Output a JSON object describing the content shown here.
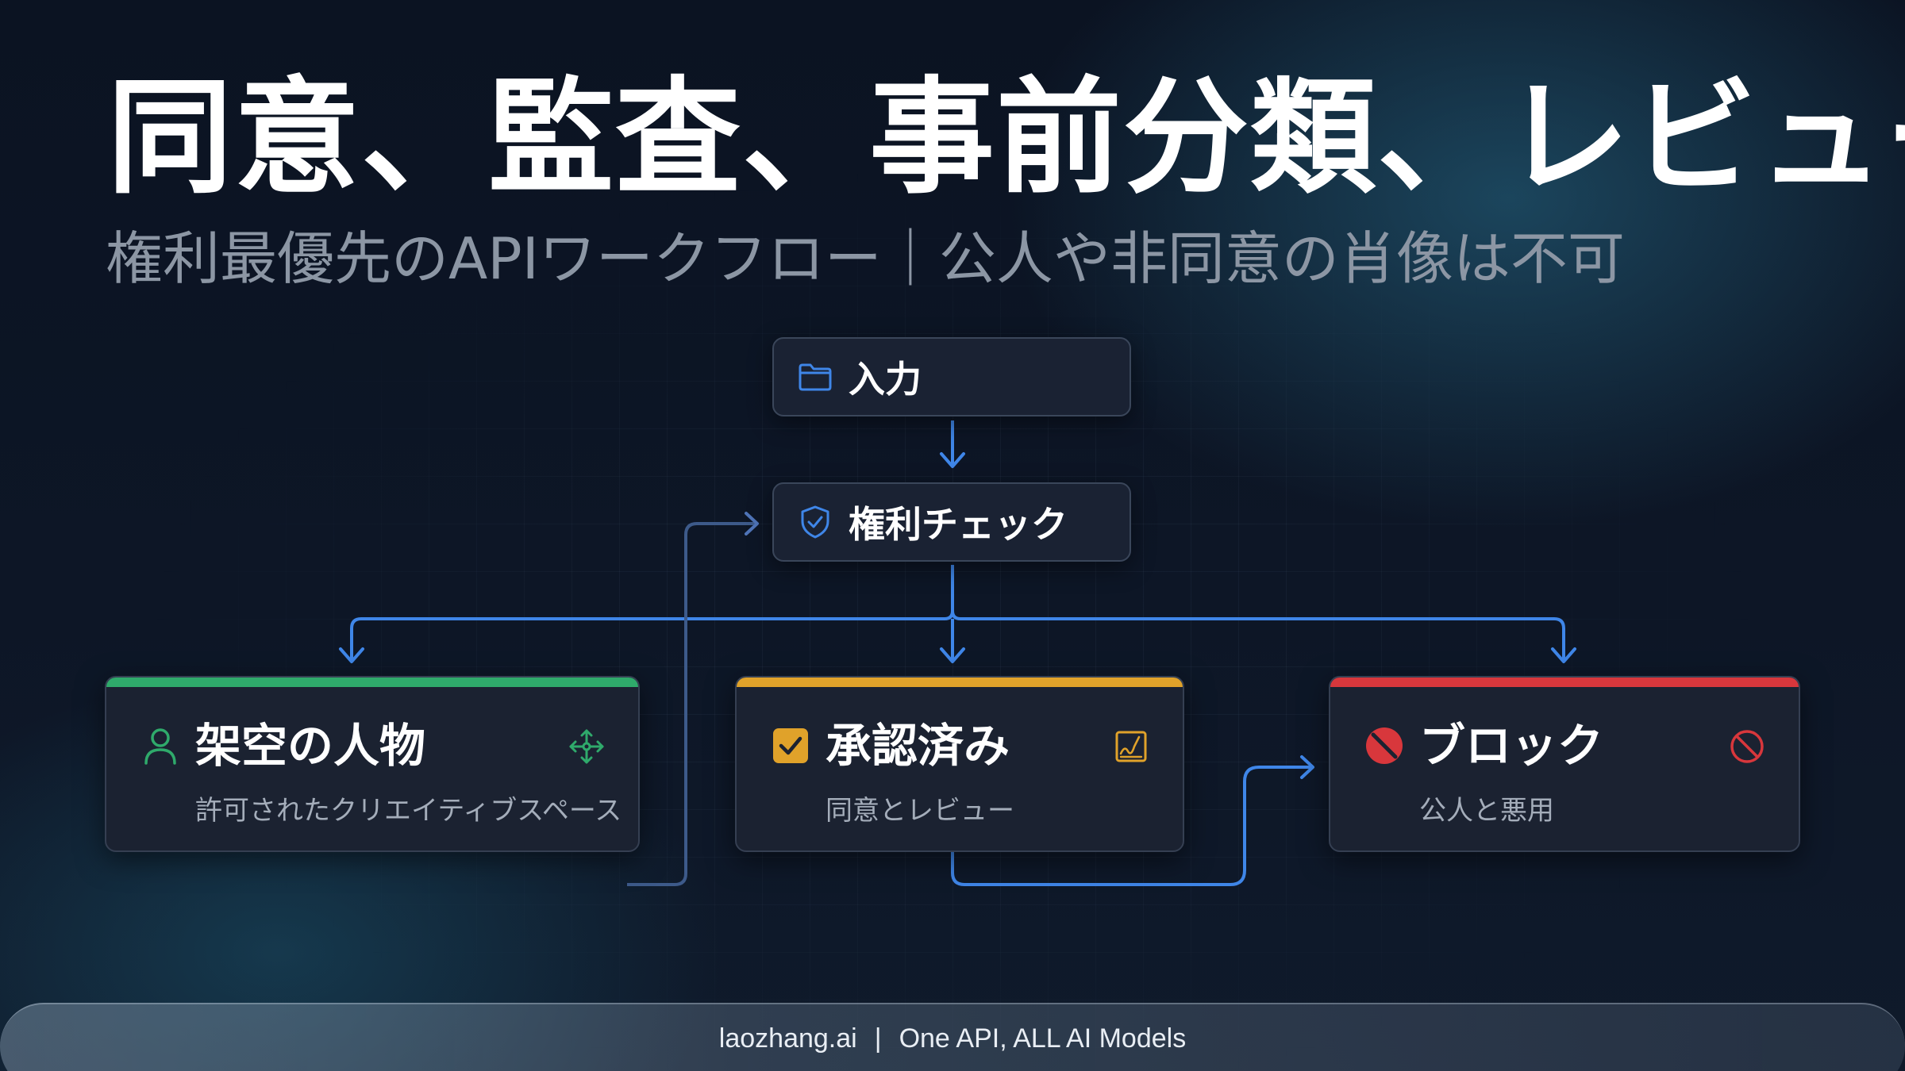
{
  "title": "同意、監査、事前分類、レビュー",
  "subtitle": "権利最優先のAPIワークフロー｜公人や非同意の肖像は不可",
  "nodes": {
    "input": {
      "label": "入力",
      "icon": "folder-icon"
    },
    "rights_check": {
      "label": "権利チェック",
      "icon": "shield-check-icon"
    }
  },
  "cards": {
    "fictional": {
      "title": "架空の人物",
      "subtitle": "許可されたクリエイティブスペース",
      "color": "#2faa6b",
      "icon": "person-icon",
      "right_icon": "move-arrows-icon"
    },
    "approved": {
      "title": "承認済み",
      "subtitle": "同意とレビュー",
      "color": "#e0a22a",
      "icon": "checkbox-icon",
      "right_icon": "signed-document-icon"
    },
    "blocked": {
      "title": "ブロック",
      "subtitle": "公人と悪用",
      "color": "#d8373c",
      "icon": "prohibited-icon",
      "right_icon": "prohibited-outline-icon"
    }
  },
  "colors": {
    "accent": "#3f86e8",
    "background": "#0b1220"
  },
  "footer": {
    "brand": "laozhang.ai",
    "separator": "|",
    "tagline": "One API, ALL AI Models"
  }
}
